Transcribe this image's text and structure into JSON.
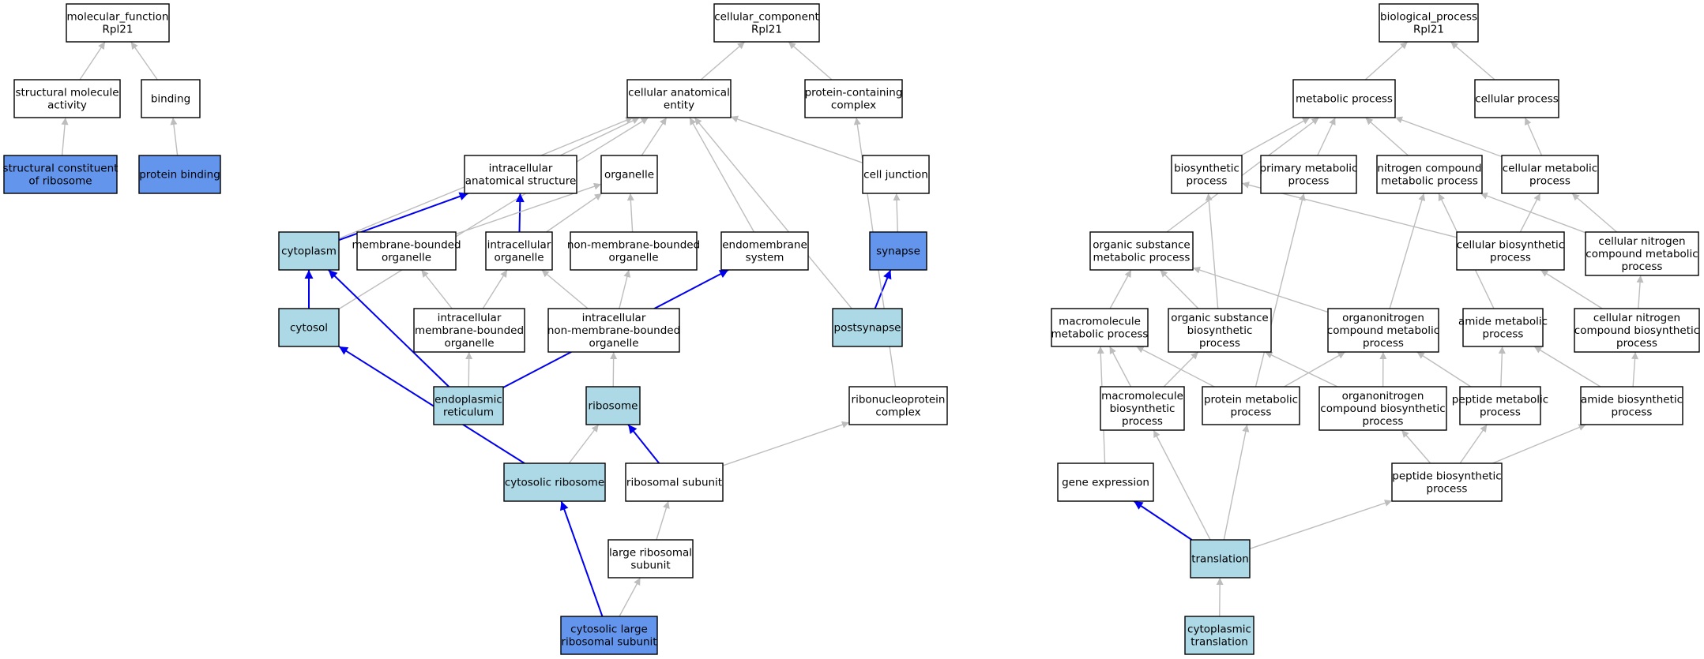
{
  "colors": {
    "white": "#ffffff",
    "light_blue": "#add8e6",
    "blue": "#6495ed",
    "edge_gray": "#bdbdbd",
    "edge_blue": "#0000ee"
  },
  "nodes": [
    {
      "id": "mf",
      "lines": [
        "molecular_function",
        "Rpl21"
      ],
      "fill": "white"
    },
    {
      "id": "sma",
      "lines": [
        "structural molecule",
        "activity"
      ],
      "fill": "white"
    },
    {
      "id": "binding",
      "lines": [
        "binding"
      ],
      "fill": "white"
    },
    {
      "id": "scr",
      "lines": [
        "structural constituent",
        "of ribosome"
      ],
      "fill": "blue"
    },
    {
      "id": "pb",
      "lines": [
        "protein binding"
      ],
      "fill": "blue"
    },
    {
      "id": "cc",
      "lines": [
        "cellular_component",
        "Rpl21"
      ],
      "fill": "white"
    },
    {
      "id": "cae",
      "lines": [
        "cellular anatomical",
        "entity"
      ],
      "fill": "white"
    },
    {
      "id": "pcc",
      "lines": [
        "protein-containing",
        "complex"
      ],
      "fill": "white"
    },
    {
      "id": "ias",
      "lines": [
        "intracellular",
        "anatomical structure"
      ],
      "fill": "white"
    },
    {
      "id": "organelle",
      "lines": [
        "organelle"
      ],
      "fill": "white"
    },
    {
      "id": "cj",
      "lines": [
        "cell junction"
      ],
      "fill": "white"
    },
    {
      "id": "cytoplasm",
      "lines": [
        "cytoplasm"
      ],
      "fill": "light_blue"
    },
    {
      "id": "mbo",
      "lines": [
        "membrane-bounded",
        "organelle"
      ],
      "fill": "white"
    },
    {
      "id": "io",
      "lines": [
        "intracellular",
        "organelle"
      ],
      "fill": "white"
    },
    {
      "id": "nmbo",
      "lines": [
        "non-membrane-bounded",
        "organelle"
      ],
      "fill": "white"
    },
    {
      "id": "es",
      "lines": [
        "endomembrane",
        "system"
      ],
      "fill": "white"
    },
    {
      "id": "synapse",
      "lines": [
        "synapse"
      ],
      "fill": "blue"
    },
    {
      "id": "cytosol",
      "lines": [
        "cytosol"
      ],
      "fill": "light_blue"
    },
    {
      "id": "imbo",
      "lines": [
        "intracellular",
        "membrane-bounded",
        "organelle"
      ],
      "fill": "white"
    },
    {
      "id": "inmbo",
      "lines": [
        "intracellular",
        "non-membrane-bounded",
        "organelle"
      ],
      "fill": "white"
    },
    {
      "id": "postsynapse",
      "lines": [
        "postsynapse"
      ],
      "fill": "light_blue"
    },
    {
      "id": "er",
      "lines": [
        "endoplasmic",
        "reticulum"
      ],
      "fill": "light_blue"
    },
    {
      "id": "ribosome",
      "lines": [
        "ribosome"
      ],
      "fill": "light_blue"
    },
    {
      "id": "rnp",
      "lines": [
        "ribonucleoprotein",
        "complex"
      ],
      "fill": "white"
    },
    {
      "id": "cr",
      "lines": [
        "cytosolic ribosome"
      ],
      "fill": "light_blue"
    },
    {
      "id": "rs",
      "lines": [
        "ribosomal subunit"
      ],
      "fill": "white"
    },
    {
      "id": "lrs",
      "lines": [
        "large ribosomal",
        "subunit"
      ],
      "fill": "white"
    },
    {
      "id": "clrs",
      "lines": [
        "cytosolic large",
        "ribosomal subunit"
      ],
      "fill": "blue"
    },
    {
      "id": "bp",
      "lines": [
        "biological_process",
        "Rpl21"
      ],
      "fill": "white"
    },
    {
      "id": "mp",
      "lines": [
        "metabolic process"
      ],
      "fill": "white"
    },
    {
      "id": "cp",
      "lines": [
        "cellular process"
      ],
      "fill": "white"
    },
    {
      "id": "bsp",
      "lines": [
        "biosynthetic",
        "process"
      ],
      "fill": "white"
    },
    {
      "id": "pmp",
      "lines": [
        "primary metabolic",
        "process"
      ],
      "fill": "white"
    },
    {
      "id": "ncmp",
      "lines": [
        "nitrogen compound",
        "metabolic process"
      ],
      "fill": "white"
    },
    {
      "id": "cmp",
      "lines": [
        "cellular metabolic",
        "process"
      ],
      "fill": "white"
    },
    {
      "id": "osmp",
      "lines": [
        "organic substance",
        "metabolic process"
      ],
      "fill": "white"
    },
    {
      "id": "cbp",
      "lines": [
        "cellular biosynthetic",
        "process"
      ],
      "fill": "white"
    },
    {
      "id": "cncmp",
      "lines": [
        "cellular nitrogen",
        "compound metabolic",
        "process"
      ],
      "fill": "white"
    },
    {
      "id": "mmp",
      "lines": [
        "macromolecule",
        "metabolic process"
      ],
      "fill": "white"
    },
    {
      "id": "osbp",
      "lines": [
        "organic substance",
        "biosynthetic",
        "process"
      ],
      "fill": "white"
    },
    {
      "id": "oncmp",
      "lines": [
        "organonitrogen",
        "compound metabolic",
        "process"
      ],
      "fill": "white"
    },
    {
      "id": "amp",
      "lines": [
        "amide metabolic",
        "process"
      ],
      "fill": "white"
    },
    {
      "id": "cncbp",
      "lines": [
        "cellular nitrogen",
        "compound biosynthetic",
        "process"
      ],
      "fill": "white"
    },
    {
      "id": "mbp",
      "lines": [
        "macromolecule",
        "biosynthetic",
        "process"
      ],
      "fill": "white"
    },
    {
      "id": "protmp",
      "lines": [
        "protein metabolic",
        "process"
      ],
      "fill": "white"
    },
    {
      "id": "oncbp",
      "lines": [
        "organonitrogen",
        "compound biosynthetic",
        "process"
      ],
      "fill": "white"
    },
    {
      "id": "pepmp",
      "lines": [
        "peptide metabolic",
        "process"
      ],
      "fill": "white"
    },
    {
      "id": "abp",
      "lines": [
        "amide biosynthetic",
        "process"
      ],
      "fill": "white"
    },
    {
      "id": "ge",
      "lines": [
        "gene expression"
      ],
      "fill": "white"
    },
    {
      "id": "pbp",
      "lines": [
        "peptide biosynthetic",
        "process"
      ],
      "fill": "white"
    },
    {
      "id": "translation",
      "lines": [
        "translation"
      ],
      "fill": "light_blue"
    },
    {
      "id": "ct",
      "lines": [
        "cytoplasmic",
        "translation"
      ],
      "fill": "light_blue"
    }
  ],
  "edges": [
    {
      "from": "sma",
      "to": "mf",
      "color": "gray"
    },
    {
      "from": "binding",
      "to": "mf",
      "color": "gray"
    },
    {
      "from": "scr",
      "to": "sma",
      "color": "gray"
    },
    {
      "from": "pb",
      "to": "binding",
      "color": "gray"
    },
    {
      "from": "cae",
      "to": "cc",
      "color": "gray"
    },
    {
      "from": "pcc",
      "to": "cc",
      "color": "gray"
    },
    {
      "from": "ias",
      "to": "cae",
      "color": "gray"
    },
    {
      "from": "organelle",
      "to": "cae",
      "color": "gray"
    },
    {
      "from": "cj",
      "to": "cae",
      "color": "gray"
    },
    {
      "from": "cytoplasm",
      "to": "cae",
      "color": "gray"
    },
    {
      "from": "cytosol",
      "to": "cae",
      "color": "gray"
    },
    {
      "from": "es",
      "to": "cae",
      "color": "gray"
    },
    {
      "from": "postsynapse",
      "to": "cae",
      "color": "gray"
    },
    {
      "from": "cytoplasm",
      "to": "ias",
      "color": "blue"
    },
    {
      "from": "io",
      "to": "ias",
      "color": "blue"
    },
    {
      "from": "mbo",
      "to": "organelle",
      "color": "gray"
    },
    {
      "from": "io",
      "to": "organelle",
      "color": "gray"
    },
    {
      "from": "nmbo",
      "to": "organelle",
      "color": "gray"
    },
    {
      "from": "synapse",
      "to": "cj",
      "color": "gray"
    },
    {
      "from": "postsynapse",
      "to": "synapse",
      "color": "blue"
    },
    {
      "from": "cytosol",
      "to": "cytoplasm",
      "color": "blue"
    },
    {
      "from": "er",
      "to": "cytoplasm",
      "color": "blue"
    },
    {
      "from": "imbo",
      "to": "mbo",
      "color": "gray"
    },
    {
      "from": "imbo",
      "to": "io",
      "color": "gray"
    },
    {
      "from": "inmbo",
      "to": "io",
      "color": "gray"
    },
    {
      "from": "inmbo",
      "to": "nmbo",
      "color": "gray"
    },
    {
      "from": "er",
      "to": "es",
      "color": "blue"
    },
    {
      "from": "er",
      "to": "imbo",
      "color": "gray"
    },
    {
      "from": "ribosome",
      "to": "inmbo",
      "color": "gray"
    },
    {
      "from": "cr",
      "to": "cytosol",
      "color": "blue"
    },
    {
      "from": "cr",
      "to": "ribosome",
      "color": "gray"
    },
    {
      "from": "rs",
      "to": "ribosome",
      "color": "blue"
    },
    {
      "from": "rs",
      "to": "rnp",
      "color": "gray"
    },
    {
      "from": "rnp",
      "to": "pcc",
      "color": "gray"
    },
    {
      "from": "lrs",
      "to": "rs",
      "color": "gray"
    },
    {
      "from": "clrs",
      "to": "lrs",
      "color": "gray"
    },
    {
      "from": "clrs",
      "to": "cr",
      "color": "blue"
    },
    {
      "from": "mp",
      "to": "bp",
      "color": "gray"
    },
    {
      "from": "cp",
      "to": "bp",
      "color": "gray"
    },
    {
      "from": "bsp",
      "to": "mp",
      "color": "gray"
    },
    {
      "from": "pmp",
      "to": "mp",
      "color": "gray"
    },
    {
      "from": "ncmp",
      "to": "mp",
      "color": "gray"
    },
    {
      "from": "cmp",
      "to": "mp",
      "color": "gray"
    },
    {
      "from": "osmp",
      "to": "mp",
      "color": "gray"
    },
    {
      "from": "cmp",
      "to": "cp",
      "color": "gray"
    },
    {
      "from": "cbp",
      "to": "bsp",
      "color": "gray"
    },
    {
      "from": "cbp",
      "to": "cmp",
      "color": "gray"
    },
    {
      "from": "cncmp",
      "to": "cmp",
      "color": "gray"
    },
    {
      "from": "cncmp",
      "to": "ncmp",
      "color": "gray"
    },
    {
      "from": "cncbp",
      "to": "cncmp",
      "color": "gray"
    },
    {
      "from": "cncbp",
      "to": "cbp",
      "color": "gray"
    },
    {
      "from": "mmp",
      "to": "osmp",
      "color": "gray"
    },
    {
      "from": "osbp",
      "to": "osmp",
      "color": "gray"
    },
    {
      "from": "osbp",
      "to": "bsp",
      "color": "gray"
    },
    {
      "from": "oncmp",
      "to": "osmp",
      "color": "gray"
    },
    {
      "from": "oncmp",
      "to": "ncmp",
      "color": "gray"
    },
    {
      "from": "amp",
      "to": "ncmp",
      "color": "gray"
    },
    {
      "from": "mbp",
      "to": "mmp",
      "color": "gray"
    },
    {
      "from": "mbp",
      "to": "osbp",
      "color": "gray"
    },
    {
      "from": "protmp",
      "to": "mmp",
      "color": "gray"
    },
    {
      "from": "protmp",
      "to": "oncmp",
      "color": "gray"
    },
    {
      "from": "protmp",
      "to": "pmp",
      "color": "gray"
    },
    {
      "from": "oncbp",
      "to": "oncmp",
      "color": "gray"
    },
    {
      "from": "oncbp",
      "to": "osbp",
      "color": "gray"
    },
    {
      "from": "pepmp",
      "to": "amp",
      "color": "gray"
    },
    {
      "from": "pepmp",
      "to": "oncmp",
      "color": "gray"
    },
    {
      "from": "abp",
      "to": "amp",
      "color": "gray"
    },
    {
      "from": "abp",
      "to": "cncbp",
      "color": "gray"
    },
    {
      "from": "ge",
      "to": "mmp",
      "color": "gray"
    },
    {
      "from": "pbp",
      "to": "oncbp",
      "color": "gray"
    },
    {
      "from": "pbp",
      "to": "pepmp",
      "color": "gray"
    },
    {
      "from": "pbp",
      "to": "abp",
      "color": "gray"
    },
    {
      "from": "translation",
      "to": "ge",
      "color": "blue"
    },
    {
      "from": "translation",
      "to": "mbp",
      "color": "gray"
    },
    {
      "from": "translation",
      "to": "protmp",
      "color": "gray"
    },
    {
      "from": "translation",
      "to": "pbp",
      "color": "gray"
    },
    {
      "from": "ct",
      "to": "translation",
      "color": "gray"
    }
  ]
}
